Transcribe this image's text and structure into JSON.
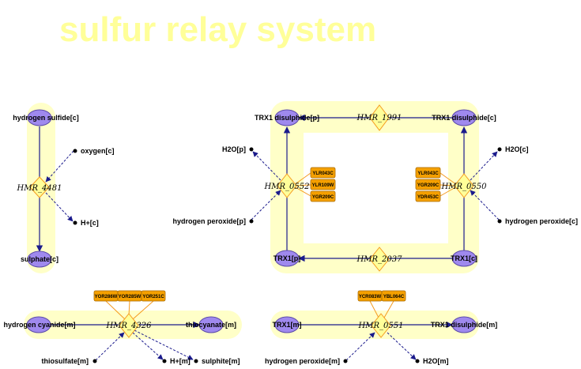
{
  "title": "sulfur relay system",
  "colors": {
    "background_pathway": "#ffffc8",
    "metabolite_fill": "#9f89ee",
    "metabolite_stroke": "#5b4aa8",
    "reaction_fill": "#ffff99",
    "reaction_stroke": "#f59a1f",
    "gene_fill": "#f5a000",
    "gene_stroke": "#a86a00",
    "arrow": "#1b1b8c",
    "title": "#ffff99"
  },
  "reactions": {
    "hmr_4481": "HMR_4481",
    "hmr_1991": "HMR_1991",
    "hmr_0552": "HMR_0552",
    "hmr_0550": "HMR_0550",
    "hmr_2037": "HMR_2037",
    "hmr_4326": "HMR_4326",
    "hmr_0551": "HMR_0551"
  },
  "metabolites": {
    "hydrogen_sulfide_c": "hydrogen sulfide[c]",
    "oxygen_c": "oxygen[c]",
    "h_plus_c": "H+[c]",
    "sulphate_c": "sulphate[c]",
    "trx1_disulphide_p": "TRX1 disulphide[p]",
    "trx1_disulphide_c": "TRX1 disulphide[c]",
    "h2o_p": "H2O[p]",
    "h2o_c": "H2O[c]",
    "hydrogen_peroxide_p": "hydrogen peroxide[p]",
    "hydrogen_peroxide_c": "hydrogen peroxide[c]",
    "trx1_p": "TRX1[p]",
    "trx1_c": "TRX1[c]",
    "hydrogen_cyanide_m": "hydrogen cyanide[m]",
    "thiocyanate_m": "thiocyanate[m]",
    "thiosulfate_m": "thiosulfate[m]",
    "h_plus_m": "H+[m]",
    "sulphite_m": "sulphite[m]",
    "trx1_m": "TRX1[m]",
    "trx1_disulphide_m": "TRX1 disulphide[m]",
    "hydrogen_peroxide_m": "hydrogen peroxide[m]",
    "h2o_m": "H2O[m]"
  },
  "genes": {
    "hmr_0552": [
      "YLR043C",
      "YLR109W",
      "YGR209C"
    ],
    "hmr_0550": [
      "YLR043C",
      "YGR209C",
      "YDR453C"
    ],
    "hmr_4326": [
      "YOR286W",
      "YOR285W",
      "YOR251C"
    ],
    "hmr_0551": [
      "YCR083W",
      "YBL064C"
    ]
  }
}
